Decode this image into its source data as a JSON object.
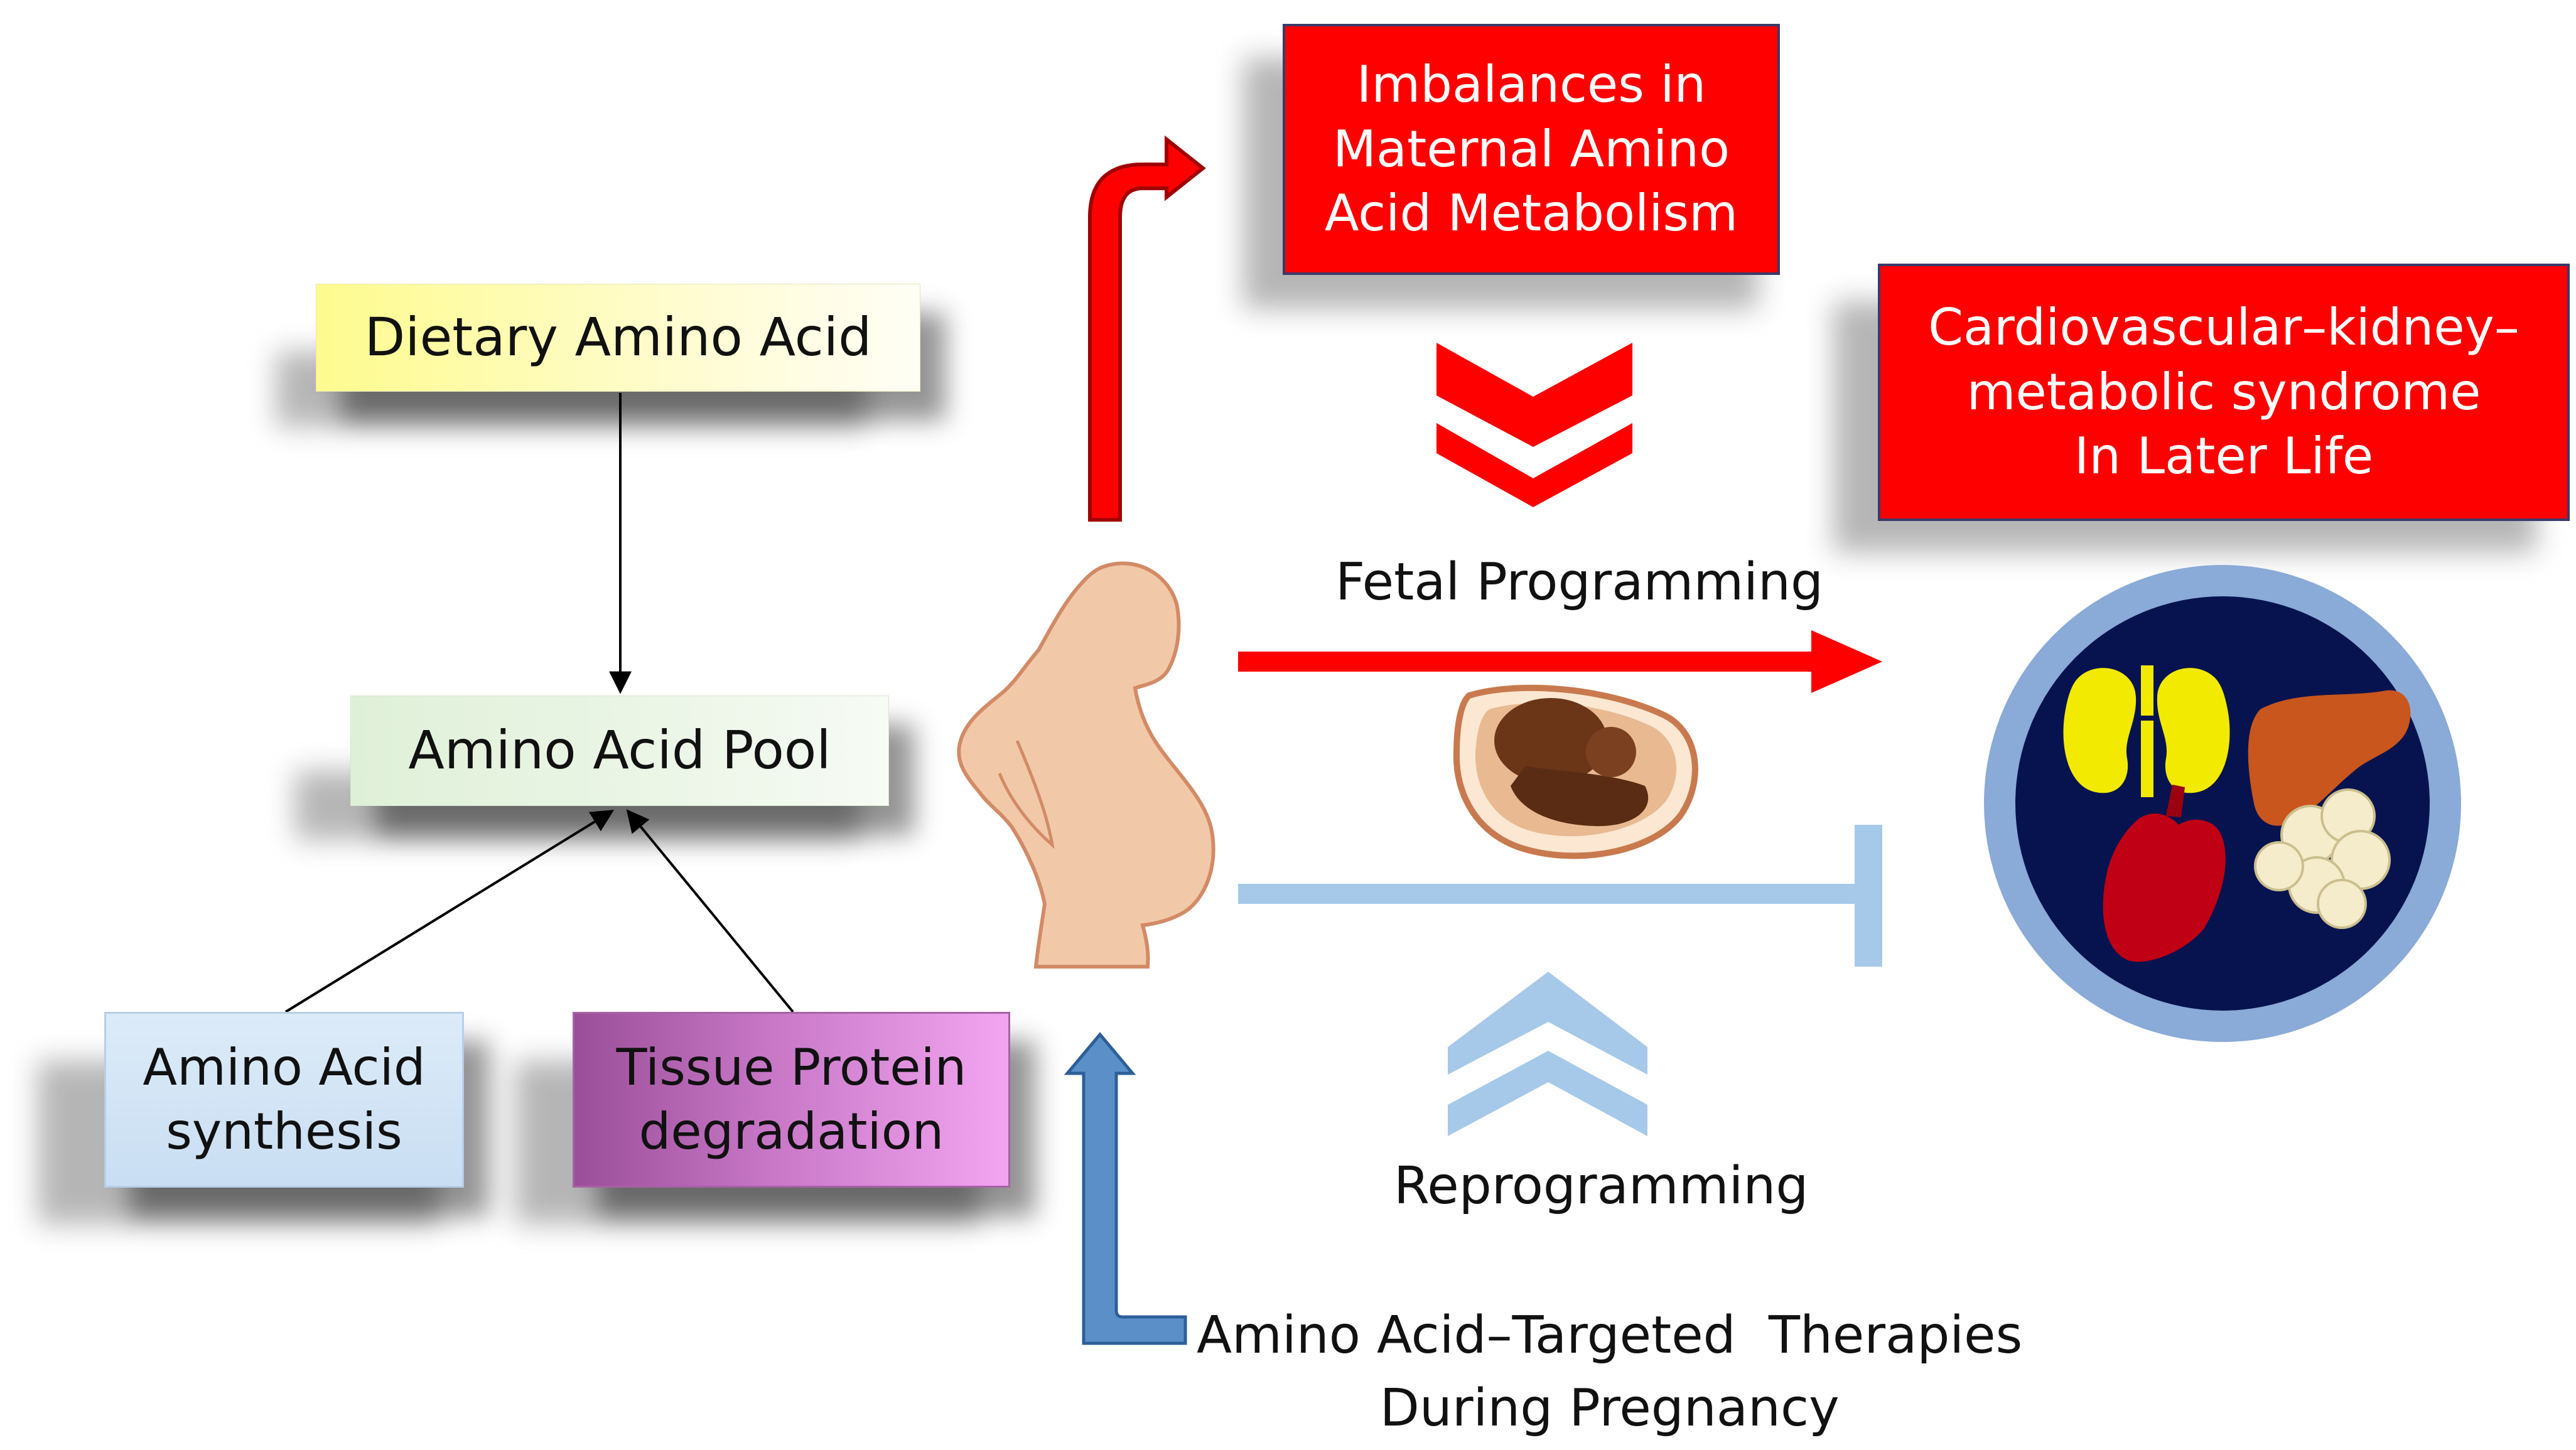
{
  "nodes": {
    "dietary": "Dietary Amino Acid",
    "pool": "Amino Acid Pool",
    "synthesis": [
      "Amino Acid",
      "synthesis"
    ],
    "degradation": [
      "Tissue Protein",
      "degradation"
    ],
    "imbalance": [
      "Imbalances in",
      "Maternal Amino",
      "Acid Metabolism"
    ],
    "cvkm": [
      "Cardiovascular–kidney–",
      "metabolic syndrome",
      "In Later Life"
    ]
  },
  "labels": {
    "fetal_programming": "Fetal Programming",
    "reprogramming": "Reprogramming",
    "therapy": [
      "Amino Acid–Targeted  Therapies",
      "During Pregnancy"
    ]
  },
  "colors": {
    "red": "#ff0000",
    "light_blue": "#a6c9ea",
    "therapy_arrow": "#5b8fc8",
    "organ_disc": "#06134f",
    "organ_ring": "#8aaad8",
    "kidney": "#f2ea00",
    "liver": "#c8561d",
    "heart": "#c00014",
    "fat": "#f4eccb",
    "silhouette": "#f2c9a8"
  },
  "icons": [
    "pregnant-woman-icon",
    "fetus-in-womb-icon",
    "kidney-icon",
    "liver-icon",
    "heart-icon",
    "fat-tissue-icon"
  ]
}
